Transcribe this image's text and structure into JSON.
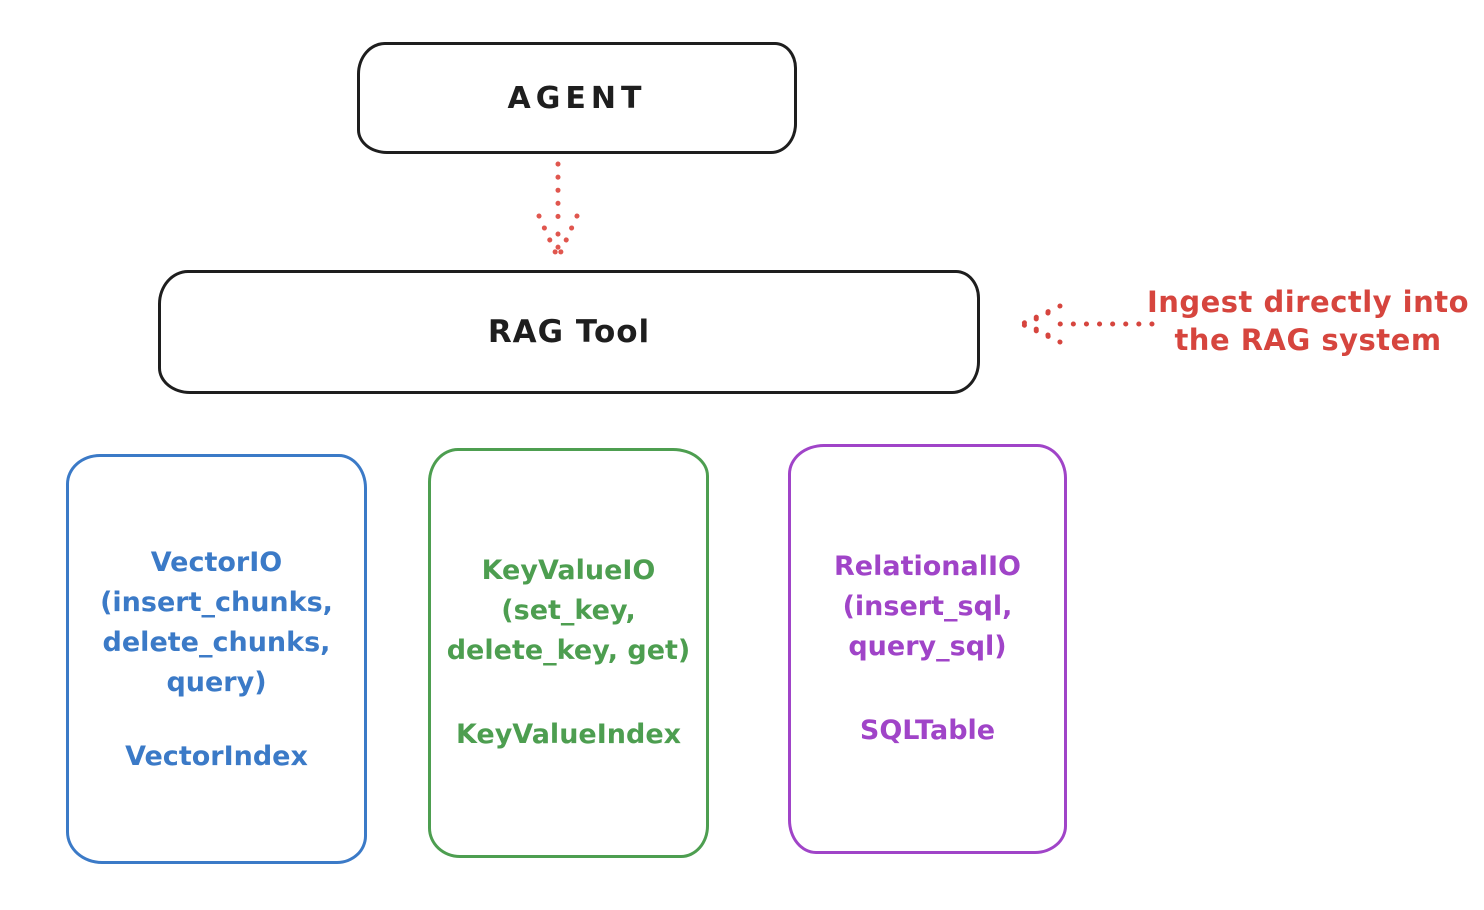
{
  "canvas": {
    "background": "#ffffff"
  },
  "colors": {
    "ink": "#1e1e1e",
    "accent_red": "#d6453e",
    "vector_blue": "#3b7ac7",
    "keyvalue_green": "#4d9e50",
    "relational_purple": "#a044c8"
  },
  "nodes": {
    "agent": {
      "label": "AGENT"
    },
    "rag_tool": {
      "label": "RAG Tool"
    }
  },
  "annotation": {
    "lines": [
      "Ingest directly into",
      "the RAG system"
    ]
  },
  "arrows": [
    {
      "name": "agent-to-rag-arrow",
      "style": "dotted",
      "color": "#d6453e",
      "direction": "down"
    },
    {
      "name": "ingest-annotation-arrow",
      "style": "dotted",
      "color": "#d6453e",
      "direction": "left"
    }
  ],
  "storage_boxes": [
    {
      "name": "vector-io",
      "method_lines": [
        "VectorIO",
        "(insert_chunks,",
        "delete_chunks,",
        "query)"
      ],
      "index_label": "VectorIndex",
      "color": "#3b7ac7"
    },
    {
      "name": "keyvalue-io",
      "method_lines": [
        "KeyValueIO",
        "(set_key,",
        "delete_key, get)"
      ],
      "index_label": "KeyValueIndex",
      "color": "#4d9e50"
    },
    {
      "name": "relational-io",
      "method_lines": [
        "RelationalIO",
        "(insert_sql,",
        "query_sql)"
      ],
      "index_label": "SQLTable",
      "color": "#a044c8"
    }
  ]
}
